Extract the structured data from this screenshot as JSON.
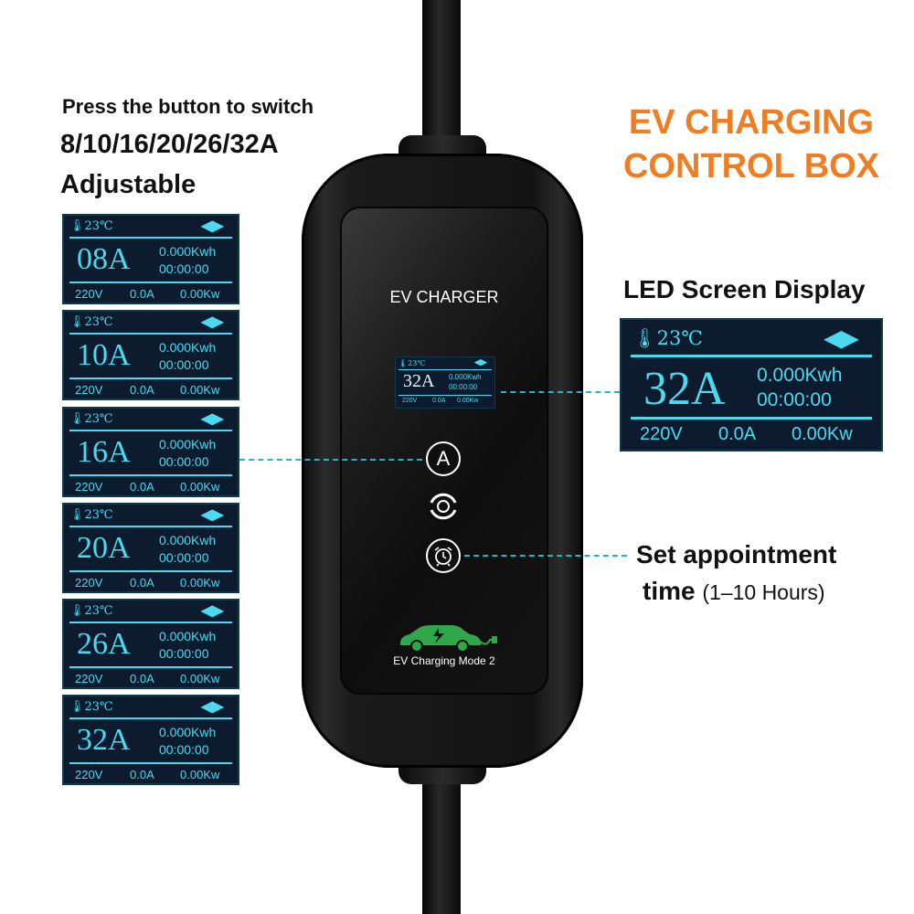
{
  "left_heading": {
    "line1": "Press the button to switch",
    "line2": "8/10/16/20/26/32A",
    "line3": "Adjustable"
  },
  "title": {
    "line1": "EV CHARGING",
    "line2": "CONTROL BOX"
  },
  "led_heading": "LED Screen Display",
  "appointment": {
    "line1": "Set appointment",
    "line2": "time",
    "hours": "(1–10 Hours)"
  },
  "device": {
    "title": "EV CHARGER",
    "mode": "EV Charging Mode 2",
    "button_a": "A"
  },
  "colors": {
    "accent": "#ef7d22",
    "lcd_bg": "#0c1b2e",
    "lcd_text": "#4ad9ee",
    "dash": "#29b3c5",
    "car": "#2fa74a"
  },
  "display_common": {
    "temp": "23℃",
    "kwh": "0.000Kwh",
    "time": "00:00:00",
    "voltage": "220V",
    "current": "0.0A",
    "power": "0.00Kw"
  },
  "panels": [
    {
      "amp": "08A"
    },
    {
      "amp": "10A"
    },
    {
      "amp": "16A"
    },
    {
      "amp": "20A"
    },
    {
      "amp": "26A"
    },
    {
      "amp": "32A"
    }
  ],
  "big_display": {
    "amp": "32A"
  },
  "mini_display": {
    "amp": "32A"
  }
}
